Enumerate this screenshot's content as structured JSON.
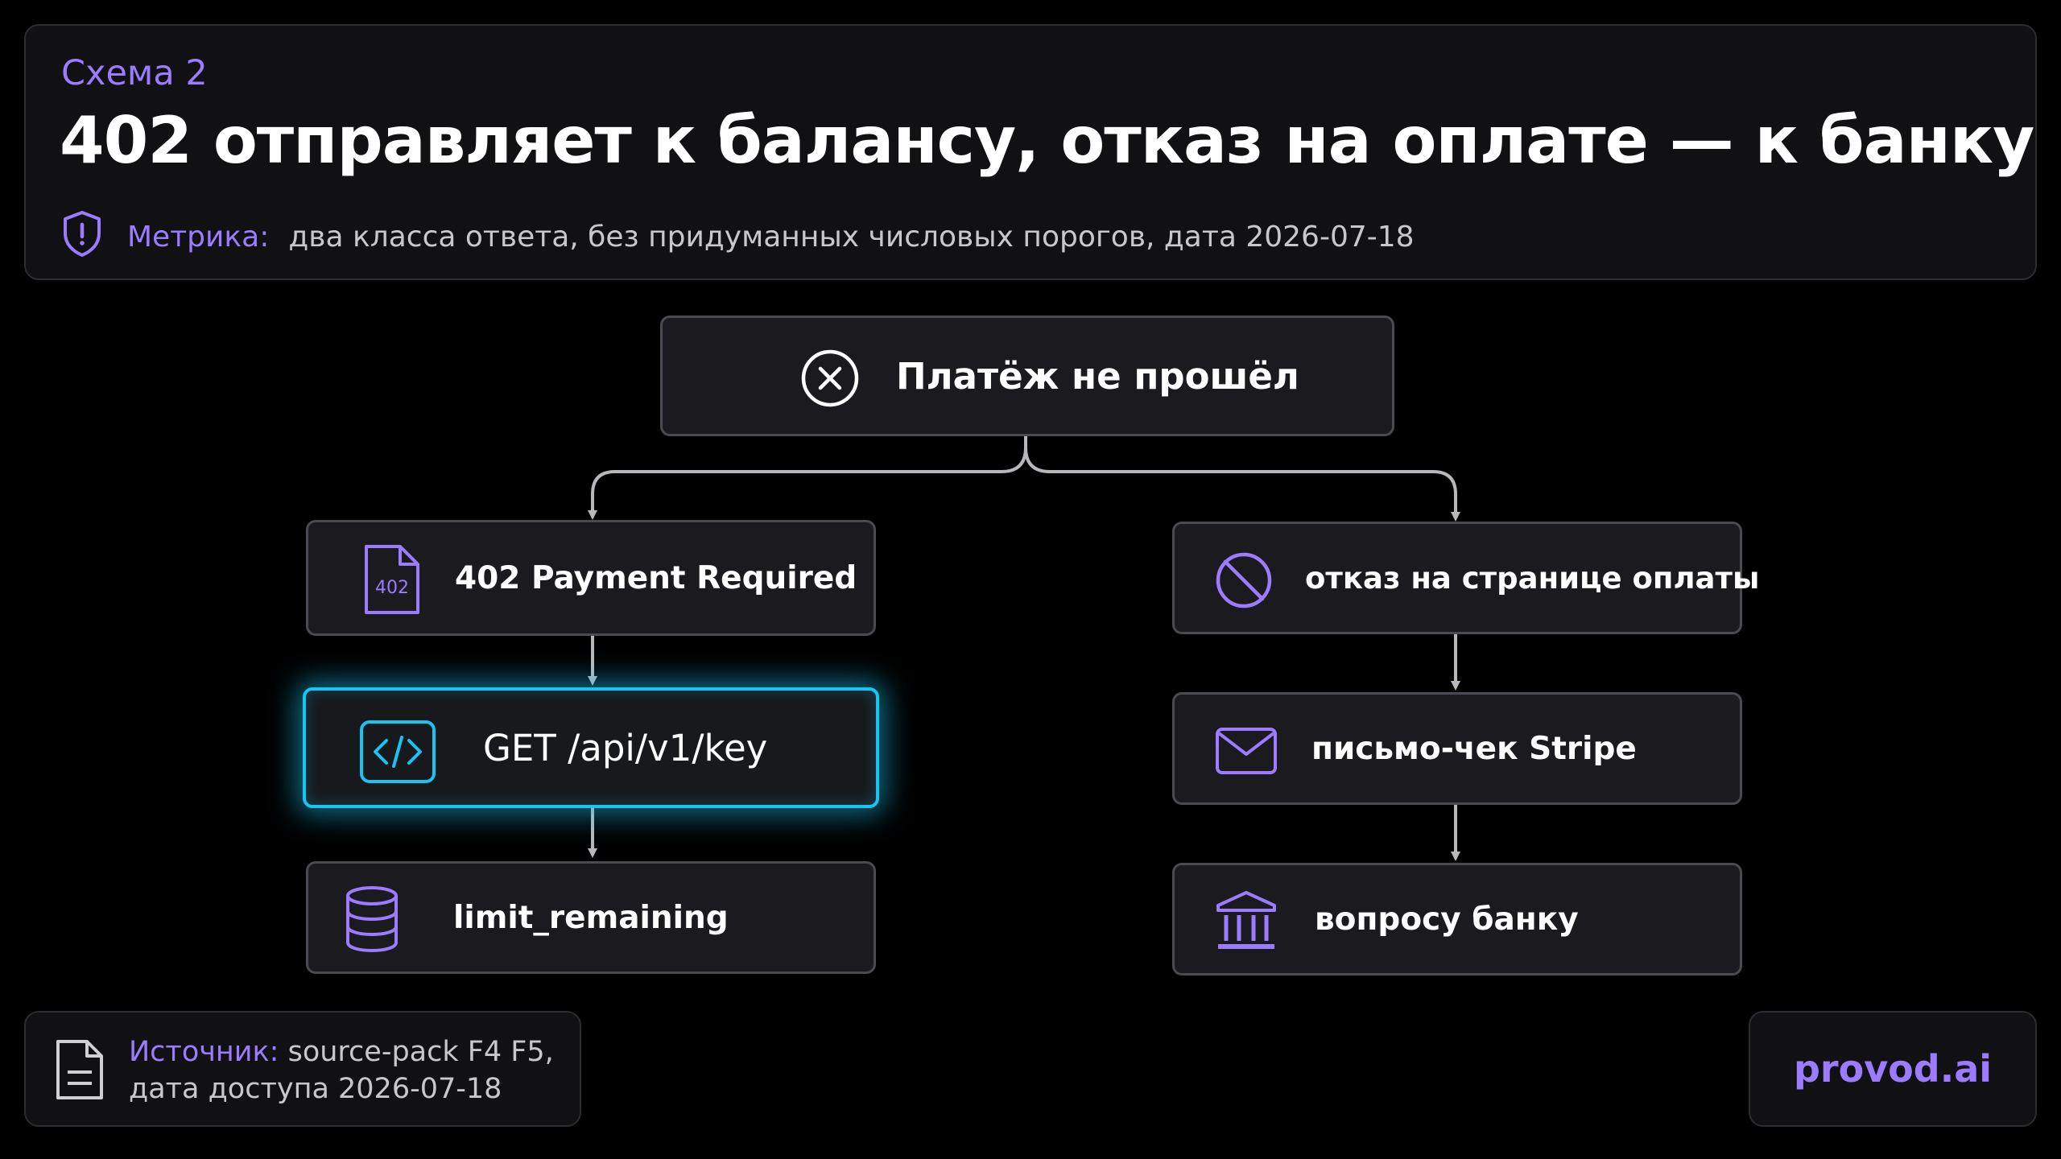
{
  "header": {
    "kicker": "Схема 2",
    "title": "402 отправляет к балансу, отказ на оплате — к банку",
    "metric_label": "Метрика:",
    "metric_text": "два класса ответа, без придуманных числовых порогов, дата 2026-07-18",
    "metric_icon": "shield-alert-icon"
  },
  "diagram": {
    "root": {
      "label": "Платёж не прошёл",
      "icon": "x-circle-icon"
    },
    "left": [
      {
        "label": "402 Payment Required",
        "icon": "file-402-icon",
        "icon_text": "402"
      },
      {
        "label": "GET /api/v1/key",
        "icon": "code-icon",
        "highlighted": true
      },
      {
        "label": "limit_remaining",
        "icon": "database-icon"
      }
    ],
    "right": [
      {
        "label": "отказ на странице оплаты",
        "icon": "ban-icon"
      },
      {
        "label": "письмо-чек Stripe",
        "icon": "mail-icon"
      },
      {
        "label": "вопросу банку",
        "icon": "bank-icon"
      }
    ]
  },
  "footer": {
    "source_label": "Источник:",
    "source_line1": " source-pack F4 F5,",
    "source_line2": "дата доступа 2026-07-18",
    "brand": "provod.ai"
  },
  "colors": {
    "accent": "#9b7cff",
    "highlight": "#19c4f2",
    "line": "#b8b8bc"
  }
}
